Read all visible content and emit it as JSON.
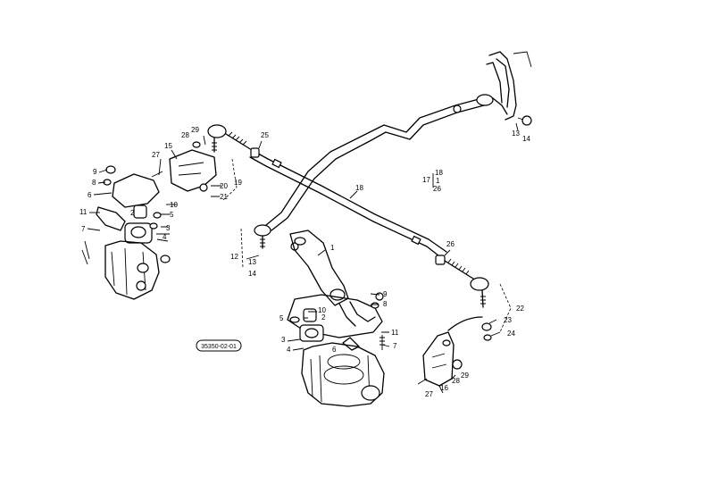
{
  "diagram": {
    "reference_code": "35350-02-01",
    "callouts": {
      "c1": "1",
      "c2": "2",
      "c3": "3",
      "c4": "4",
      "c5": "5",
      "c6": "6",
      "c7": "7",
      "c8": "8",
      "c9": "9",
      "c10": "10",
      "c11": "11",
      "c12": "12",
      "c13": "13",
      "c14": "14",
      "c15": "15",
      "c16": "16",
      "c17": "17",
      "c18": "18",
      "c19": "19",
      "c20": "20",
      "c21": "21",
      "c22": "22",
      "c23": "23",
      "c24": "24",
      "c25": "25",
      "c26": "26",
      "c27": "27",
      "c28": "28",
      "c29": "29"
    }
  }
}
